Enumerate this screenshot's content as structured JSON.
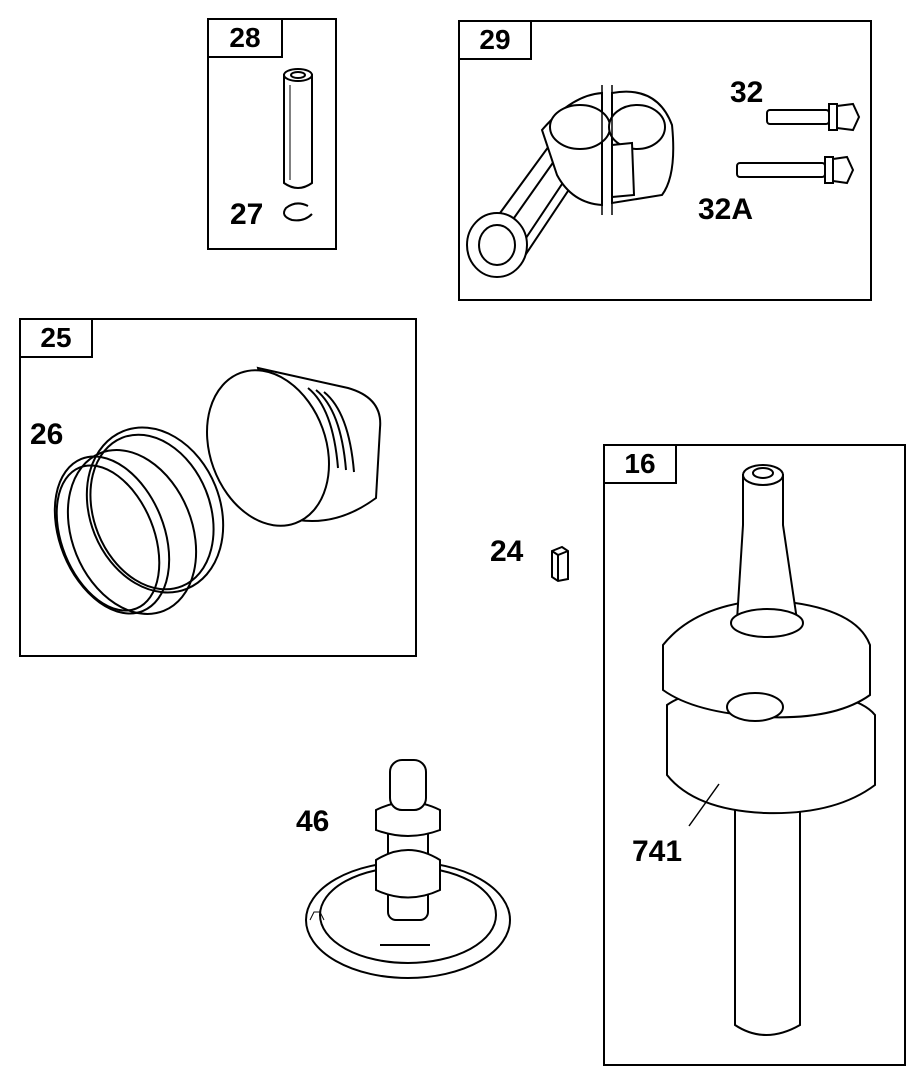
{
  "groups": {
    "g28": {
      "tag": "28"
    },
    "g29": {
      "tag": "29"
    },
    "g25": {
      "tag": "25"
    },
    "g16": {
      "tag": "16"
    }
  },
  "callouts": {
    "c27": "27",
    "c32": "32",
    "c32a": "32A",
    "c26": "26",
    "c24": "24",
    "c46": "46",
    "c741": "741"
  }
}
